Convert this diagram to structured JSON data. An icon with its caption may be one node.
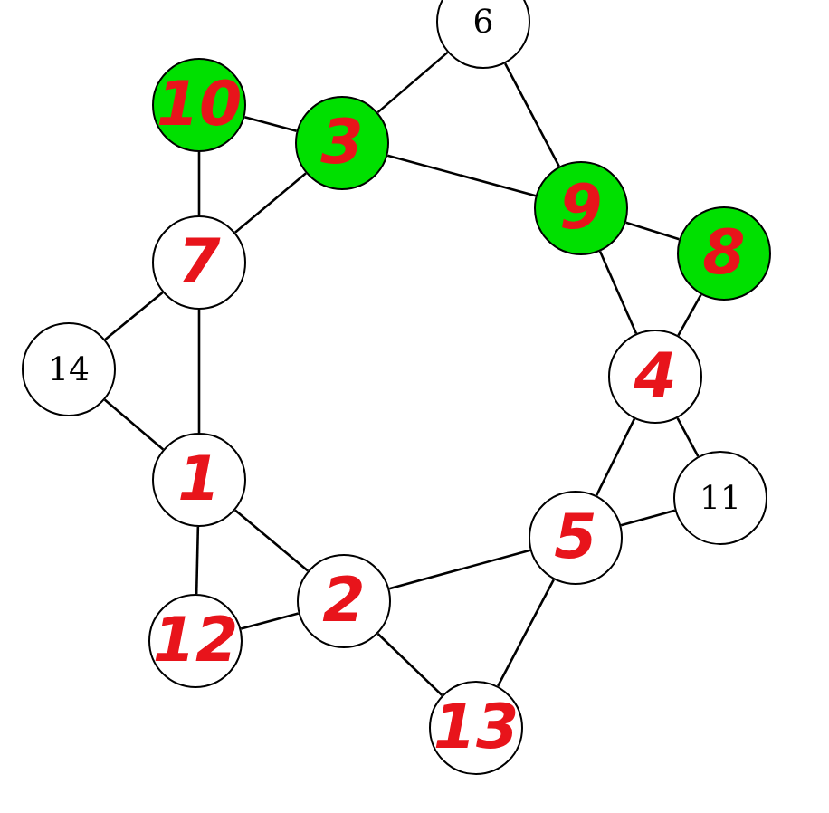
{
  "diagram": {
    "nodes": [
      {
        "text": [
          "6"
        ]
      },
      {
        "text": [
          "10"
        ]
      },
      {
        "text": [
          "3"
        ]
      },
      {
        "text": [
          "9"
        ]
      },
      {
        "text": [
          "8"
        ]
      },
      {
        "text": [
          "7"
        ]
      },
      {
        "text": [
          "14"
        ]
      },
      {
        "text": [
          "4"
        ]
      },
      {
        "text": [
          "1"
        ]
      },
      {
        "text": [
          "11"
        ]
      },
      {
        "text": [
          "5"
        ]
      },
      {
        "text": [
          "2"
        ]
      },
      {
        "text": [
          "12"
        ]
      },
      {
        "text": [
          "13"
        ]
      }
    ],
    "edges": [
      {
        "from": 0,
        "to": 2,
        "arrow": "none"
      },
      {
        "from": 0,
        "to": 3,
        "arrow": "none"
      },
      {
        "from": 1,
        "to": 2,
        "arrow": "none"
      },
      {
        "from": 1,
        "to": 5,
        "arrow": "none"
      },
      {
        "from": 2,
        "to": 5,
        "arrow": "none"
      },
      {
        "from": 2,
        "to": 3,
        "arrow": "none"
      },
      {
        "from": 3,
        "to": 4,
        "arrow": "none"
      },
      {
        "from": 3,
        "to": 7,
        "arrow": "none"
      },
      {
        "from": 4,
        "to": 7,
        "arrow": "none"
      },
      {
        "from": 5,
        "to": 6,
        "arrow": "none"
      },
      {
        "from": 5,
        "to": 8,
        "arrow": "none"
      },
      {
        "from": 6,
        "to": 8,
        "arrow": "none"
      },
      {
        "from": 7,
        "to": 10,
        "arrow": "none"
      },
      {
        "from": 7,
        "to": 9,
        "arrow": "none"
      },
      {
        "from": 8,
        "to": 12,
        "arrow": "none"
      },
      {
        "from": 8,
        "to": 11,
        "arrow": "none"
      },
      {
        "from": 10,
        "to": 9,
        "arrow": "none"
      },
      {
        "from": 10,
        "to": 11,
        "arrow": "none"
      },
      {
        "from": 10,
        "to": 13,
        "arrow": "none"
      },
      {
        "from": 11,
        "to": 12,
        "arrow": "none"
      },
      {
        "from": 11,
        "to": 13,
        "arrow": "none"
      }
    ]
  }
}
